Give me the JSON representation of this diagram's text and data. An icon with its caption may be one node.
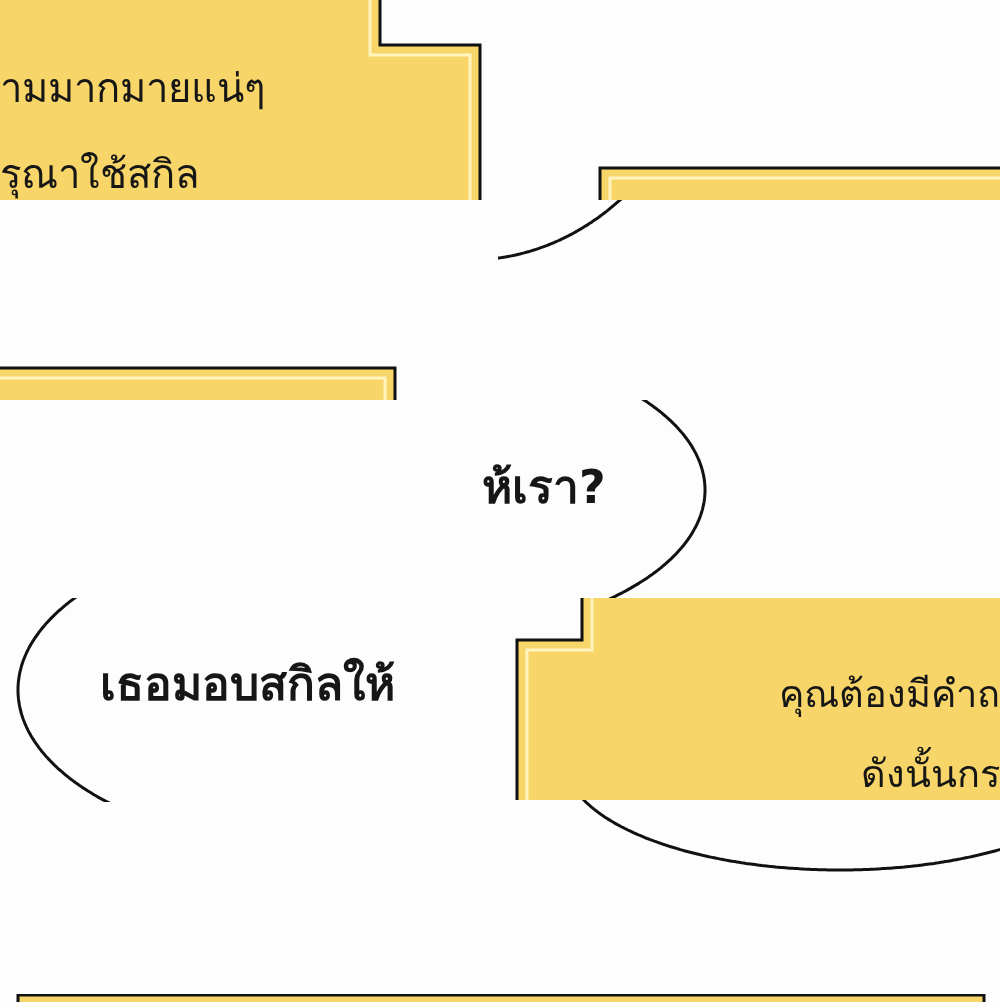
{
  "diagram": {
    "nodes": [
      {
        "text": [
          "ามมากมายแน่ๆ",
          "รุณาใช้สกิล"
        ]
      },
      {
        "text": [],
        "shape": "box"
      },
      {
        "text": [],
        "shape": "cloud"
      },
      {
        "text": [],
        "shape": "box"
      },
      {
        "text": [
          "ห้เรา?"
        ]
      },
      {
        "text": [
          "เธอมอบสกิลให้"
        ]
      },
      {
        "text": [
          "คุณต้องมีคำถ",
          "ดังนั้นกร"
        ]
      },
      {
        "text": [],
        "shape": "cloud"
      },
      {
        "text": [],
        "shape": "box"
      }
    ]
  }
}
